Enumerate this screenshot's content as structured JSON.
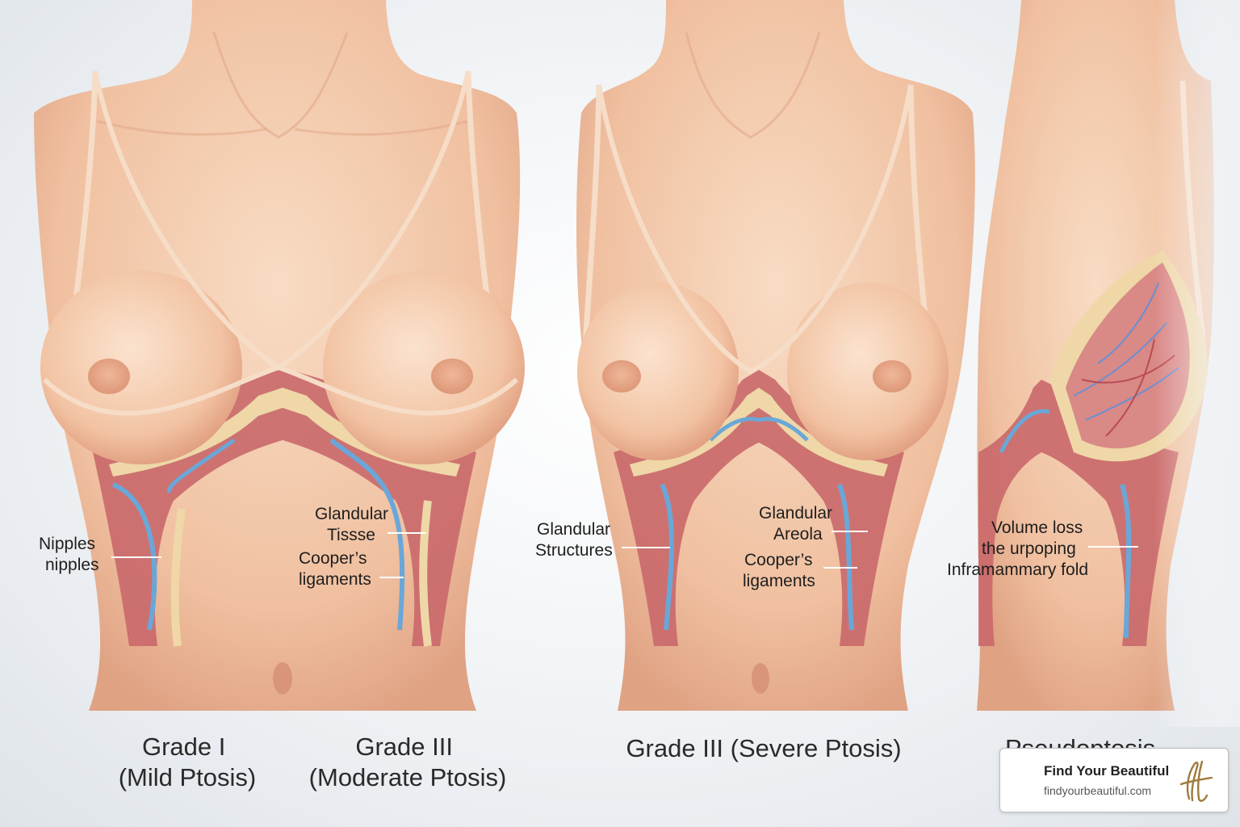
{
  "panels": [
    {
      "id": "grade1",
      "title_lines": [
        "Grade I",
        "(Mild Ptosis)"
      ],
      "labels": [
        [
          "Nipples",
          "nipples"
        ]
      ]
    },
    {
      "id": "grade2",
      "title_lines": [
        "Grade III",
        "(Moderate Ptosis)"
      ],
      "labels": [
        [
          "Glandular",
          "Tissse"
        ],
        [
          "Cooper’s",
          "ligaments"
        ]
      ]
    },
    {
      "id": "grade3",
      "title_lines": [
        "Grade III (Severe Ptosis)"
      ],
      "labels": [
        [
          "Glandular",
          "Structures"
        ],
        [
          "Glandular",
          "Areola"
        ],
        [
          "Cooper’s",
          "ligaments"
        ]
      ]
    },
    {
      "id": "pseudo",
      "title_lines": [
        "Pseudoptosis"
      ],
      "labels": [
        [
          "Volume loss",
          "the urpoping",
          "Inframammary fold"
        ]
      ]
    }
  ],
  "badge": {
    "name": "Find Your Beautiful",
    "url": "findyourbeautiful.com",
    "logo_icon": "script-h-monogram-icon",
    "logo_color": "#a07a3c"
  },
  "colors": {
    "skin": "#f2c6a8",
    "skin_shadow": "#dc9c7c",
    "strap": "#f6ddc8",
    "tissue_red": "#c9686a",
    "fat_yellow": "#efd7a8",
    "vessel_blue": "#6aa7d8"
  }
}
